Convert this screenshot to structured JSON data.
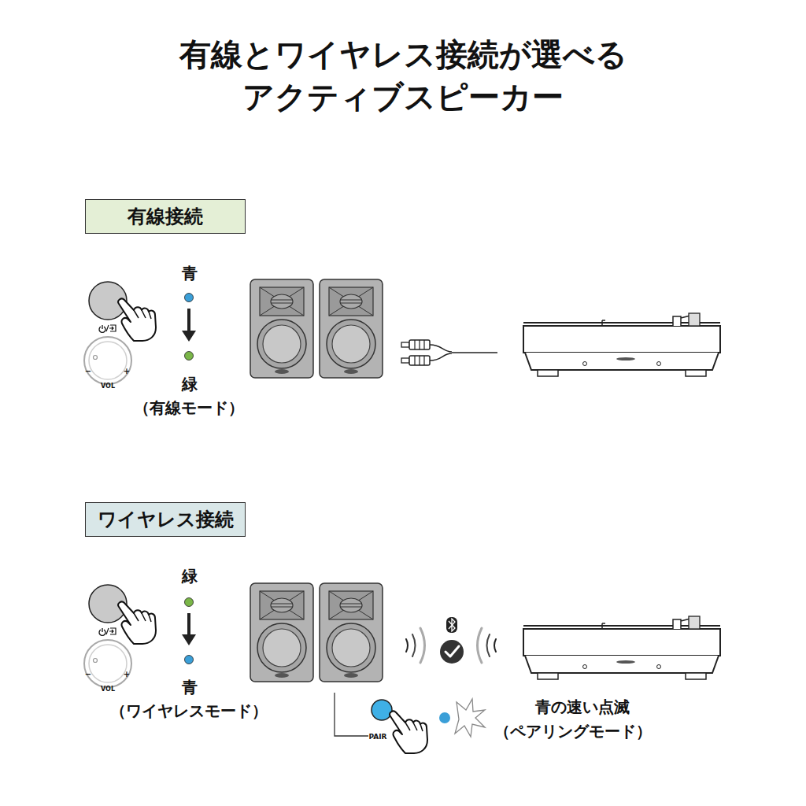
{
  "diagram": {
    "title": "有線とワイヤレス接続が選べる アクティブスピーカー",
    "nodes": [
      {
        "text": [
          "有線接続"
        ]
      },
      {
        "text": [
          "ワイヤレス接続"
        ]
      }
    ],
    "labels": [
      "−",
      "+",
      "VOL",
      "青",
      "緑",
      "（有線モード）",
      "−",
      "+",
      "VOL",
      "緑",
      "青",
      "（ワイヤレスモード）",
      "PAIR",
      "青の速い点滅",
      "（ペアリングモード）"
    ]
  }
}
